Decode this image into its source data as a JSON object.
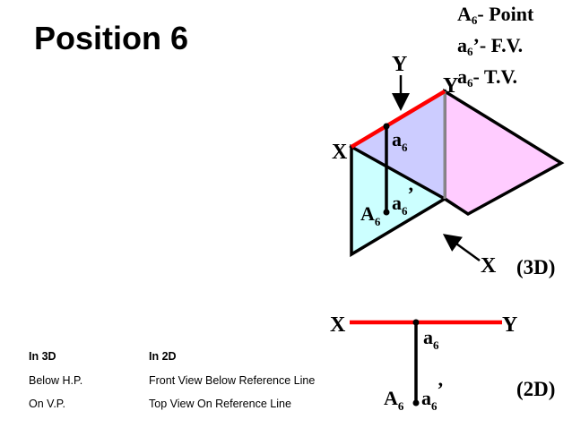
{
  "title": "Position 6",
  "legend": [
    {
      "main": "A",
      "sub": "6",
      "rest": "- Point"
    },
    {
      "main": "a",
      "sub": "6",
      "rest": "’- F.V."
    },
    {
      "main": "a",
      "sub": "6",
      "rest": "- T.V."
    }
  ],
  "diagram3d": {
    "x_label": "X",
    "y_label": "Y",
    "y_arrow_label": "Y",
    "x_arrow_label": "X",
    "tag": "(3D)",
    "point": {
      "main": "A",
      "sub": "6"
    },
    "top_view": {
      "main": "a",
      "sub": "6"
    },
    "front_view": {
      "main": "a",
      "sub": "6",
      "prime": "’"
    }
  },
  "diagram2d": {
    "x_label": "X",
    "y_label": "Y",
    "tag": "(2D)",
    "point": {
      "main": "A",
      "sub": "6"
    },
    "top_view": {
      "main": "a",
      "sub": "6"
    },
    "front_view": {
      "main": "a",
      "sub": "6",
      "prime": "’"
    }
  },
  "table": {
    "headers": [
      "In 3D",
      "In 2D"
    ],
    "rows": [
      [
        "Below H.P.",
        "Front View Below Reference Line"
      ],
      [
        "On V.P.",
        "Top View On Reference Line"
      ]
    ]
  },
  "colors": {
    "reference_line": "#ff0000",
    "hp_plane": "#ccccff",
    "vp_plane": "#ccffff",
    "extra_plane": "#ffccff"
  }
}
